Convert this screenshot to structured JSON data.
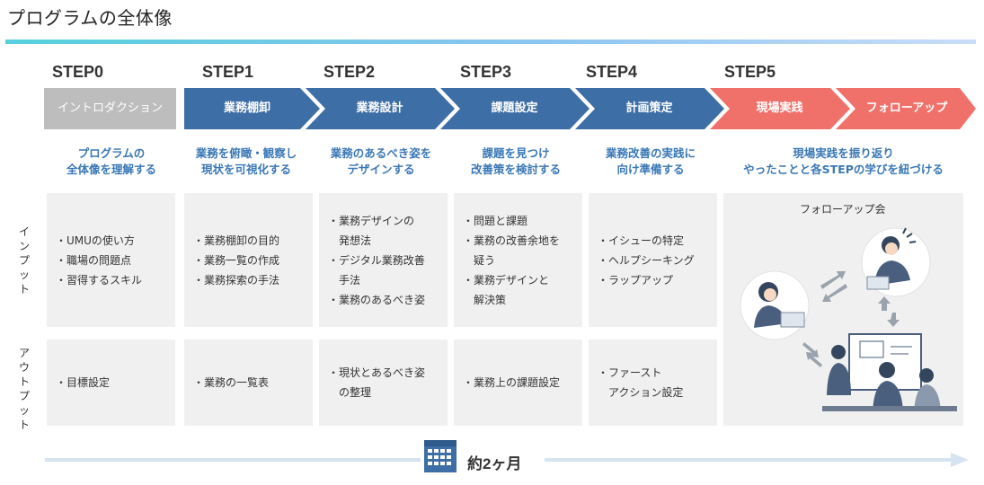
{
  "title": "プログラムの全体像",
  "steps": [
    {
      "label": "STEP0",
      "name": "イントロダクション",
      "goal": [
        "プログラムの",
        "全体像を理解する"
      ],
      "input": [
        "・UMUの使い方",
        "・職場の問題点",
        "・習得するスキル"
      ],
      "output": [
        "・目標設定"
      ]
    },
    {
      "label": "STEP1",
      "name": "業務棚卸",
      "goal": [
        "業務を俯瞰・観察し",
        "現状を可視化する"
      ],
      "input": [
        "・業務棚卸の目的",
        "・業務一覧の作成",
        "・業務探索の手法"
      ],
      "output": [
        "・業務の一覧表"
      ]
    },
    {
      "label": "STEP2",
      "name": "業務設計",
      "goal": [
        "業務のあるべき姿を",
        "デザインする"
      ],
      "input": [
        "・業務デザインの",
        "　発想法",
        "・デジタル業務改善",
        "　手法",
        "・業務のあるべき姿"
      ],
      "output": [
        "・現状とあるべき姿",
        "　の整理"
      ]
    },
    {
      "label": "STEP3",
      "name": "課題設定",
      "goal": [
        "課題を見つけ",
        "改善策を検討する"
      ],
      "input": [
        "・問題と課題",
        "・業務の改善余地を",
        "　疑う",
        "・業務デザインと",
        "　解決策"
      ],
      "output": [
        "・業務上の課題設定"
      ]
    },
    {
      "label": "STEP4",
      "name": "計画策定",
      "goal": [
        "業務改善の実践に",
        "向け準備する"
      ],
      "input": [
        "・イシューの特定",
        "・ヘルプシーキング",
        "・ラップアップ"
      ],
      "output": [
        "・ファースト",
        "　アクション設定"
      ]
    },
    {
      "label": "STEP5",
      "name": "現場実践",
      "goal": [
        "現場実践を振り返り",
        "やったことと各STEPの学びを紐づける"
      ]
    }
  ],
  "extra_step_name": "フォローアップ",
  "side_labels": {
    "input": "インプット",
    "output": "アウトプット"
  },
  "followup_title": "フォローアップ会",
  "duration": "約2ヶ月",
  "colors": {
    "grey": "#bdbdbd",
    "blue": "#3d6ea6",
    "red": "#f0706a",
    "goal_text": "#3a78b6",
    "box_bg": "#f0f0f0"
  }
}
